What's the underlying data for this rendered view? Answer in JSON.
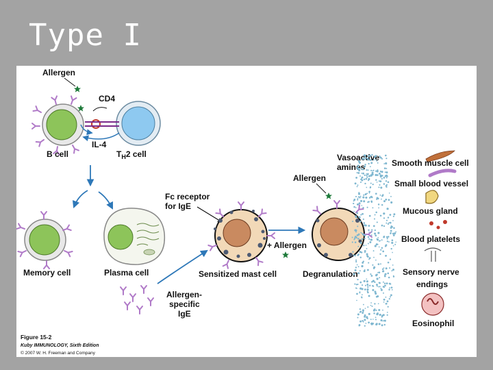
{
  "slide": {
    "title": "Type I"
  },
  "figure": {
    "labels": {
      "allergen_top": "Allergen",
      "cd4": "CD4",
      "il4": "IL-4",
      "b_cell": "B cell",
      "th2_main": "T",
      "th2_sub": "H",
      "th2_rest": "2 cell",
      "memory_cell": "Memory cell",
      "plasma_cell": "Plasma cell",
      "fc_receptor_1": "Fc receptor",
      "fc_receptor_2": "for IgE",
      "plus_allergen": "+ Allergen",
      "sensitized_mast_cell": "Sensitized mast cell",
      "allergen_mid": "Allergen",
      "vasoactive_1": "Vasoactive",
      "vasoactive_2": "amines",
      "degranulation": "Degranulation",
      "allergen_specific_1": "Allergen-",
      "allergen_specific_2": "specific",
      "allergen_specific_3": "IgE"
    },
    "targets": [
      "Smooth muscle cell",
      "Small blood vessel",
      "Mucous gland",
      "Blood platelets",
      "Sensory nerve",
      "endings",
      "Eosinophil"
    ],
    "caption": {
      "figure_number": "Figure 15-2",
      "source": "Kuby IMMUNOLOGY, Sixth Edition",
      "copyright": "© 2007 W. H. Freeman and Company"
    },
    "colors": {
      "cell_green": "#8dc45a",
      "cell_blue": "#8ec9f0",
      "mast_cytoplasm": "#f2d9b8",
      "mast_nucleus": "#c98a60",
      "granule": "#4d5a72",
      "antibody": "#b07ac8",
      "arrow_blue": "#2e78b8",
      "allergen_green": "#1e7a3a",
      "amine_dots": "#7fb7d0"
    }
  }
}
